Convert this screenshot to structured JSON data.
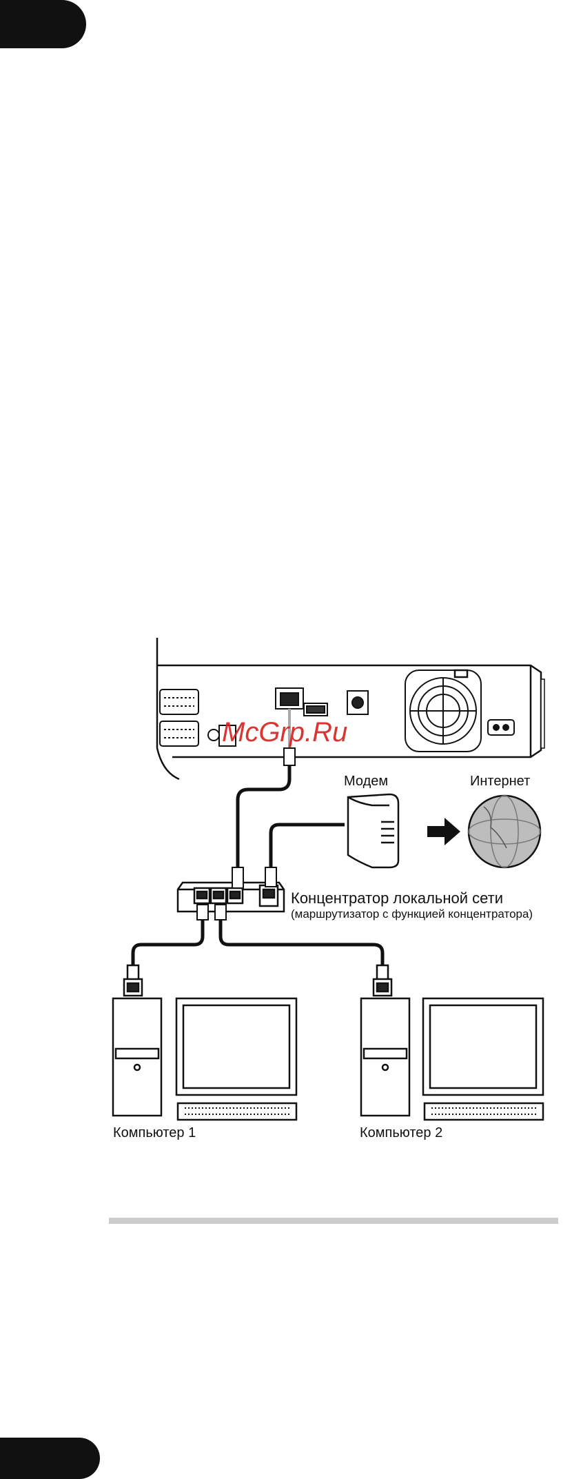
{
  "watermark": "McGrp.Ru",
  "diagram": {
    "modem_label": "Модем",
    "internet_label": "Интернет",
    "hub_label": "Концентратор локальной сети",
    "hub_sublabel": "(маршрутизатор с функцией концентратора)",
    "computer1_label": "Компьютер 1",
    "computer2_label": "Компьютер 2"
  }
}
